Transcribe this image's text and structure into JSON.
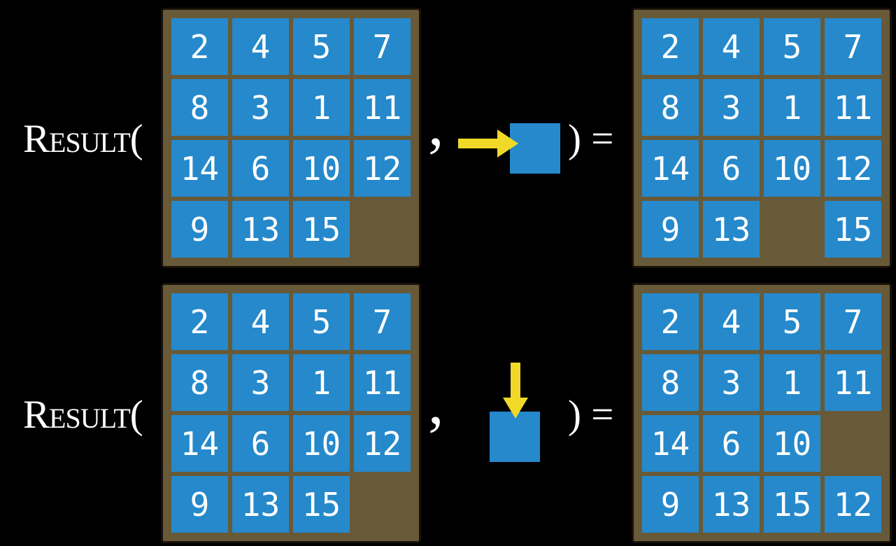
{
  "colors": {
    "background": "#000000",
    "board_brown": "#685A38",
    "board_border": "#17110a",
    "tile_blue": "#2589CB",
    "arrow_yellow": "#F0D928",
    "text_white": "#FFFFFF"
  },
  "rows": [
    {
      "function_label": "Result(",
      "comma": ",",
      "close_label": ") =",
      "action_icon": "arrow-right-icon",
      "board_before": [
        [
          2,
          4,
          5,
          7
        ],
        [
          8,
          3,
          1,
          11
        ],
        [
          14,
          6,
          10,
          12
        ],
        [
          9,
          13,
          15,
          null
        ]
      ],
      "board_after": [
        [
          2,
          4,
          5,
          7
        ],
        [
          8,
          3,
          1,
          11
        ],
        [
          14,
          6,
          10,
          12
        ],
        [
          9,
          13,
          null,
          15
        ]
      ]
    },
    {
      "function_label": "Result(",
      "comma": ",",
      "close_label": ") =",
      "action_icon": "arrow-down-icon",
      "board_before": [
        [
          2,
          4,
          5,
          7
        ],
        [
          8,
          3,
          1,
          11
        ],
        [
          14,
          6,
          10,
          12
        ],
        [
          9,
          13,
          15,
          null
        ]
      ],
      "board_after": [
        [
          2,
          4,
          5,
          7
        ],
        [
          8,
          3,
          1,
          11
        ],
        [
          14,
          6,
          10,
          null
        ],
        [
          9,
          13,
          15,
          12
        ]
      ]
    }
  ]
}
